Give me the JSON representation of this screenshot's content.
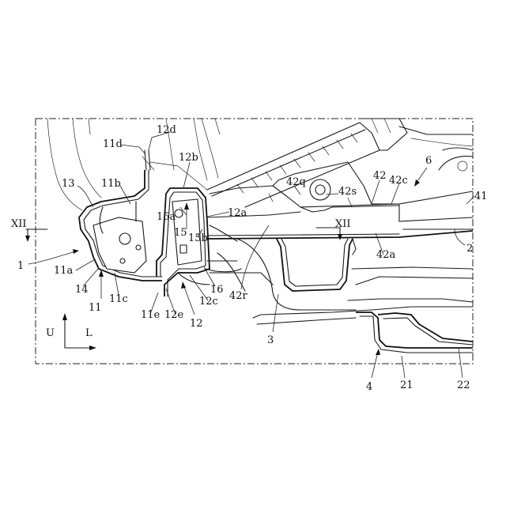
{
  "section_marks": {
    "left": "XII",
    "right": "XII"
  },
  "axes": {
    "up": "U",
    "left": "L"
  },
  "labels": {
    "n1": "1",
    "n2": "2",
    "n3": "3",
    "n4": "4",
    "n6": "6",
    "n11": "11",
    "n11a": "11a",
    "n11b": "11b",
    "n11c": "11c",
    "n11d": "11d",
    "n11e": "11e",
    "n12": "12",
    "n12a": "12a",
    "n12b": "12b",
    "n12c": "12c",
    "n12d": "12d",
    "n12e": "12e",
    "n13": "13",
    "n14": "14",
    "n15": "15",
    "n15a": "15a",
    "n15b": "15b",
    "n16": "16",
    "n21": "21",
    "n22": "22",
    "n41": "41",
    "n42": "42",
    "n42a": "42a",
    "n42c": "42c",
    "n42q": "42q",
    "n42r": "42r",
    "n42s": "42s"
  }
}
